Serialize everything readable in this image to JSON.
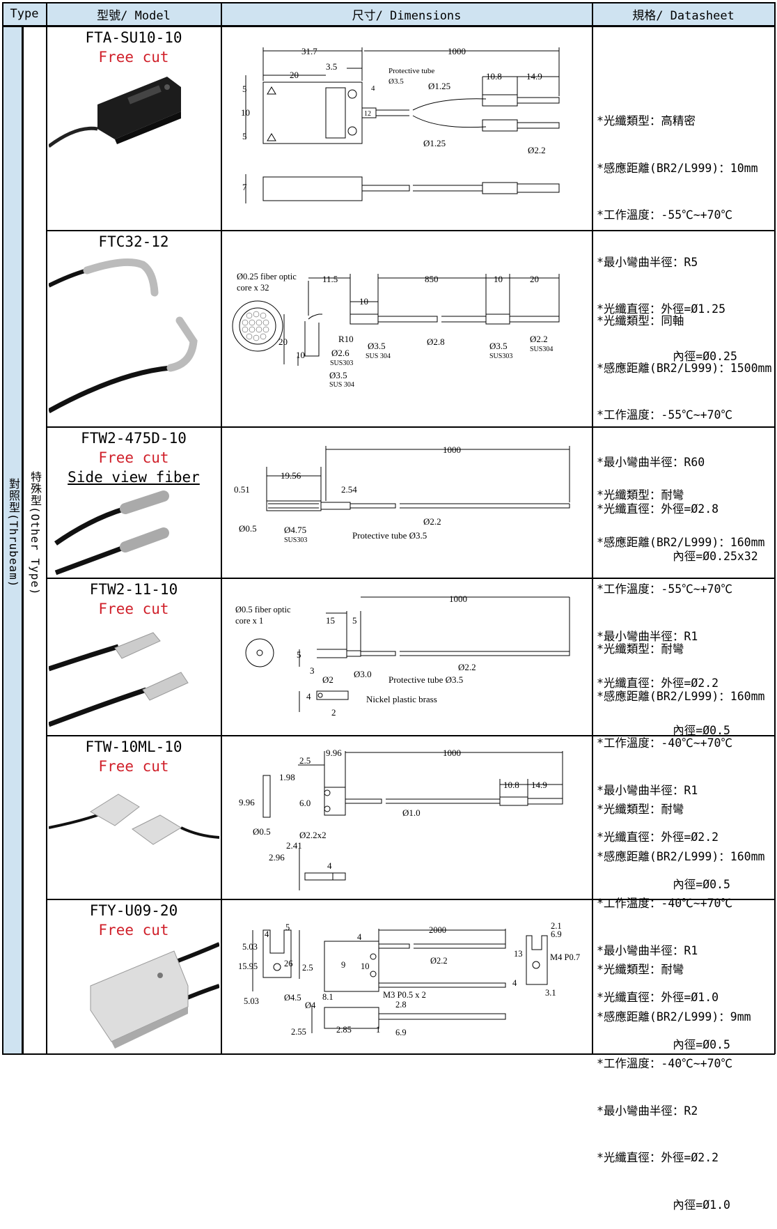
{
  "header": {
    "type": "Type",
    "model": "型號/ Model",
    "dimensions": "尺寸/ Dimensions",
    "datasheet": "規格/ Datasheet"
  },
  "type_labels": {
    "main": "對照型(Thrubeam)",
    "sub": "特殊型(Other Type)"
  },
  "colors": {
    "header_bg": "#cfe3f1",
    "free_cut": "#d0202a"
  },
  "rows": [
    {
      "model": "FTA-SU10-10",
      "note": "Free cut",
      "spec": [
        "*光纖類型：高精密",
        "*感應距離(BR2/L999)：10mm",
        "*工作溫度：-55℃~+70℃",
        "*最小彎曲半徑：R5",
        "*光纖直徑：外徑=Ø1.25",
        "           內徑=Ø0.25"
      ],
      "dim": {
        "d31": "31.7",
        "d1000": "1000",
        "d20": "20",
        "d35": "3.5",
        "d4": "4",
        "d5a": "5",
        "d10": "10",
        "d5b": "5",
        "d12": "12",
        "d7": "7",
        "protective": "Protective tube",
        "p35": "Ø3.5",
        "p125a": "Ø1.25",
        "p125b": "Ø1.25",
        "d108": "10.8",
        "d149": "14.9",
        "p22": "Ø2.2"
      }
    },
    {
      "model": "FTC32-12",
      "spec": [
        "*光纖類型：同軸",
        "*感應距離(BR2/L999)：1500mm",
        "*工作溫度：-55℃~+70℃",
        "*最小彎曲半徑：R60",
        "*光纖直徑：外徑=Ø2.8",
        "           內徑=Ø0.25x32"
      ],
      "dim": {
        "core1": "Ø0.25 fiber optic",
        "core2": "core x 32",
        "d115": "11.5",
        "d850": "850",
        "d10": "10",
        "d20": "20",
        "d10b": "10",
        "d20b": "20",
        "d10c": "10",
        "r10": "R10",
        "p26": "Ø2.6",
        "sus303": "SUS303",
        "p35a": "Ø3.5",
        "sus304a": "SUS 304",
        "p35b": "Ø3.5",
        "sus304b": "SUS 304",
        "p28": "Ø2.8",
        "p35c": "Ø3.5",
        "sus303b": "SUS303",
        "p22": "Ø2.2",
        "sus304c": "SUS304"
      }
    },
    {
      "model": "FTW2-475D-10",
      "note": "Free cut",
      "note2": "Side view fiber",
      "spec": [
        "*光纖類型：耐彎",
        "*感應距離(BR2/L999)：160mm",
        "*工作溫度：-55℃~+70℃",
        "*最小彎曲半徑：R1",
        "*光纖直徑：外徑=Ø2.2",
        "           內徑=Ø0.5"
      ],
      "dim": {
        "d1000": "1000",
        "d1956": "19.56",
        "d051": "0.51",
        "d254": "2.54",
        "p05": "Ø0.5",
        "p475": "Ø4.75",
        "sus303": "SUS303",
        "p22": "Ø2.2",
        "protective": "Protective tube Ø3.5"
      }
    },
    {
      "model": "FTW2-11-10",
      "note": "Free cut",
      "spec": [
        "*光纖類型：耐彎",
        "*感應距離(BR2/L999)：160mm",
        "*工作溫度：-40℃~+70℃",
        "*最小彎曲半徑：R1",
        "*光纖直徑：外徑=Ø2.2",
        "           內徑=Ø0.5"
      ],
      "dim": {
        "core1": "Ø0.5 fiber optic",
        "core2": "core x 1",
        "d15": "15",
        "d5": "5",
        "d1000": "1000",
        "d5b": "5",
        "d3": "3",
        "p30": "Ø3.0",
        "protective": "Protective tube Ø3.5",
        "p22": "Ø2.2",
        "p2": "Ø2",
        "d4": "4",
        "d2": "2",
        "nickel": "Nickel plastic brass"
      }
    },
    {
      "model": "FTW-10ML-10",
      "note": "Free cut",
      "spec": [
        "*光纖類型：耐彎",
        "*感應距離(BR2/L999)：160mm",
        "*工作溫度：-40℃~+70℃",
        "*最小彎曲半徑：R1",
        "*光纖直徑：外徑=Ø1.0",
        "           內徑=Ø0.5"
      ],
      "dim": {
        "d25": "2.5",
        "d996": "9.96",
        "d1000": "1000",
        "d198": "1.98",
        "d108": "10.8",
        "d149": "14.9",
        "d996b": "9.96",
        "d60": "6.0",
        "p10": "Ø1.0",
        "p05": "Ø0.5",
        "p22x2": "Ø2.2x2",
        "d241": "2.41",
        "d296": "2.96",
        "d4": "4"
      }
    },
    {
      "model": "FTY-U09-20",
      "note": "Free cut",
      "spec": [
        "*光纖類型：耐彎",
        "*感應距離(BR2/L999)：9mm",
        "*工作溫度：-40℃~+70℃",
        "*最小彎曲半徑：R2",
        "*光纖直徑：外徑=Ø2.2",
        "           內徑=Ø1.0"
      ],
      "dim": {
        "d4": "4",
        "d5": "5",
        "d503": "5.03",
        "d1595": "15.95",
        "d26": "26",
        "d503b": "5.03",
        "p45": "Ø4.5",
        "d25": "2.5",
        "d9": "9",
        "d81": "8.1",
        "d10": "10",
        "d4b": "4",
        "d2000": "2000",
        "p22": "Ø2.2",
        "m3": "M3 P0.5 x 2",
        "p4": "Ø4",
        "d28": "2.8",
        "d255": "2.55",
        "d285": "2.85",
        "d1": "1",
        "d69": "6.9",
        "d21": "2.1",
        "d69b": "6.9",
        "d13": "13",
        "m4": "M4 P0.7",
        "d4c": "4",
        "d31": "3.1"
      }
    }
  ]
}
